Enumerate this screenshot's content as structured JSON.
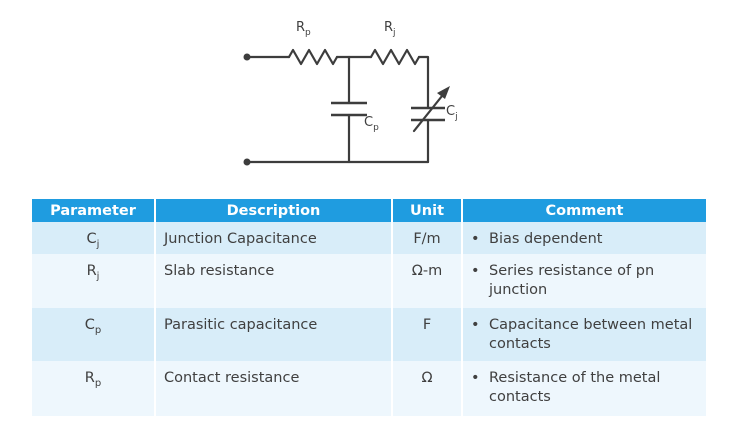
{
  "circuit": {
    "components": [
      {
        "symbol": "R",
        "sub": "p",
        "kind": "resistor"
      },
      {
        "symbol": "R",
        "sub": "j",
        "kind": "resistor"
      },
      {
        "symbol": "C",
        "sub": "p",
        "kind": "capacitor"
      },
      {
        "symbol": "C",
        "sub": "j",
        "kind": "variable-capacitor"
      }
    ]
  },
  "table": {
    "headers": [
      "Parameter",
      "Description",
      "Unit",
      "Comment"
    ],
    "rows": [
      {
        "symbol": "C",
        "sub": "j",
        "description": "Junction Capacitance",
        "unit": "F/m",
        "comment": "Bias dependent"
      },
      {
        "symbol": "R",
        "sub": "j",
        "description": "Slab resistance",
        "unit": "Ω-m",
        "comment": "Series resistance of pn junction"
      },
      {
        "symbol": "C",
        "sub": "p",
        "description": "Parasitic capacitance",
        "unit": "F",
        "comment": "Capacitance between metal contacts"
      },
      {
        "symbol": "R",
        "sub": "p",
        "description": "Contact resistance",
        "unit": "Ω",
        "comment": "Resistance of the metal contacts"
      }
    ],
    "bullet": "•"
  }
}
